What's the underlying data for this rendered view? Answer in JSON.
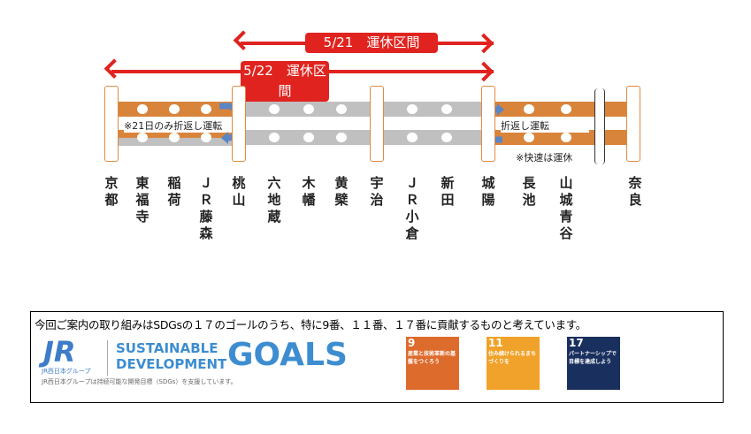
{
  "suspensions": [
    {
      "label": "5/21　運休区間"
    },
    {
      "label": "5/22　運休区間"
    }
  ],
  "notes": {
    "left_turnback": "※21日のみ折返し運転",
    "right_turnback": "折返し運転",
    "rapid": "※快速は運休"
  },
  "stations": [
    "京都",
    "東福寺",
    "稲荷",
    "ＪＲ藤森",
    "桃山",
    "六地蔵",
    "木幡",
    "黄檗",
    "宇治",
    "ＪＲ小倉",
    "新田",
    "城陽",
    "長池",
    "山城青谷",
    "奈良"
  ],
  "sdgs": {
    "statement": "今回ご案内の取り組みはSDGsの１７のゴールのうち、特に9番、１１番、１７番に貢献するものと考えています。",
    "jr_logo": "JR",
    "jr_group": "JR西日本グループ",
    "title_line1": "SUSTAINABLE",
    "title_line2": "DEVELOPMENT",
    "title_goals": "GOALS",
    "support": "JR西日本グループは持続可能な開発目標（SDGs）を支援しています。",
    "goals": [
      {
        "num": "9",
        "text": "産業と技術革新の基盤をつくろう",
        "color": "#dd6b2c"
      },
      {
        "num": "11",
        "text": "住み続けられるまちづくりを",
        "color": "#f0a22a"
      },
      {
        "num": "17",
        "text": "パートナーシップで目標を達成しよう",
        "color": "#19305e"
      }
    ]
  },
  "colors": {
    "active": "#d9843b",
    "suspended": "#c0c0c0",
    "alert": "#e0231f"
  }
}
